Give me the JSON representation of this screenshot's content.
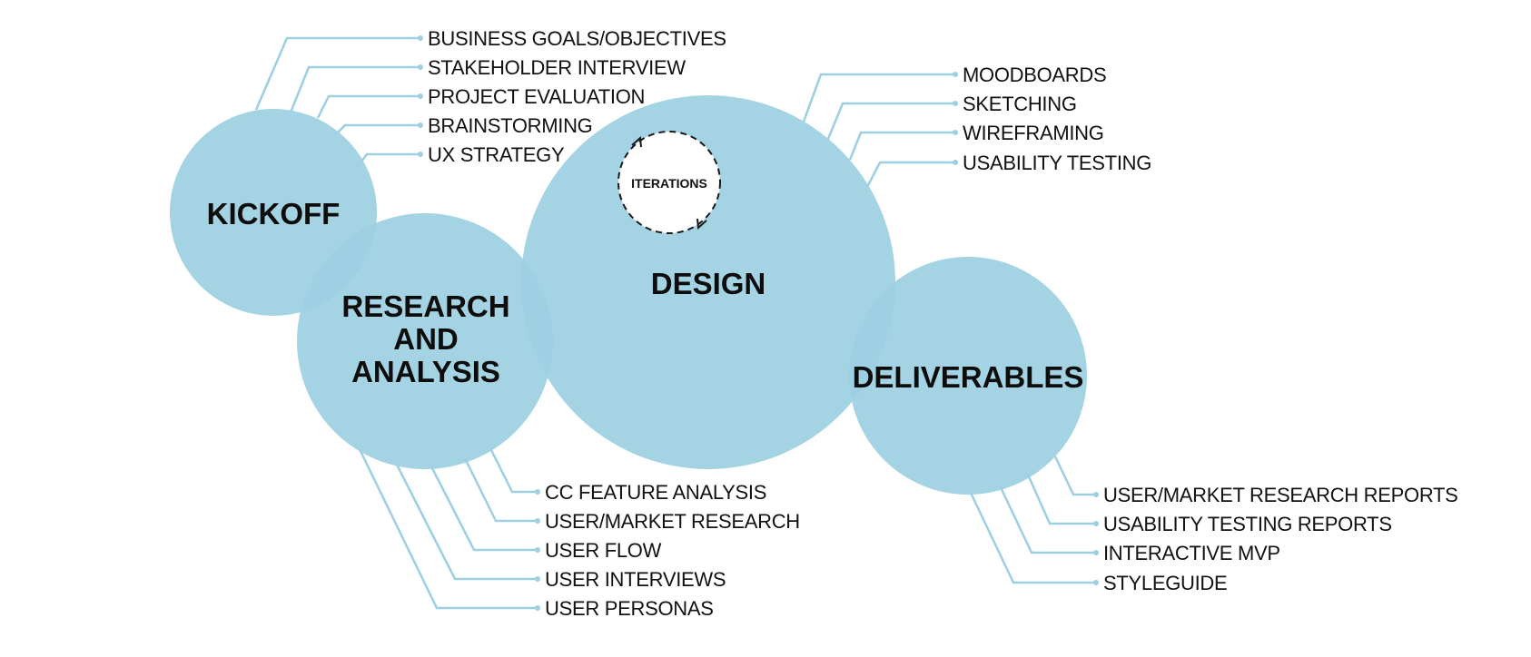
{
  "phases": {
    "kickoff": "KICKOFF",
    "research_line1": "RESEARCH",
    "research_line2": "AND",
    "research_line3": "ANALYSIS",
    "design": "DESIGN",
    "deliverables": "DELIVERABLES",
    "iterations": "ITERATIONS"
  },
  "kickoff_items": [
    "BUSINESS GOALS/OBJECTIVES",
    "STAKEHOLDER INTERVIEW",
    "PROJECT EVALUATION",
    "BRAINSTORMING",
    "UX STRATEGY"
  ],
  "research_items": [
    "CC FEATURE ANALYSIS",
    "USER/MARKET RESEARCH",
    "USER FLOW",
    "USER INTERVIEWS",
    "USER PERSONAS"
  ],
  "design_items": [
    "MOODBOARDS",
    "SKETCHING",
    "WIREFRAMING",
    "USABILITY TESTING"
  ],
  "deliverable_items": [
    "USER/MARKET RESEARCH REPORTS",
    "USABILITY TESTING REPORTS",
    "INTERACTIVE MVP",
    "STYLEGUIDE"
  ],
  "colors": {
    "circle": "#9ccfe2",
    "text": "#111111"
  }
}
